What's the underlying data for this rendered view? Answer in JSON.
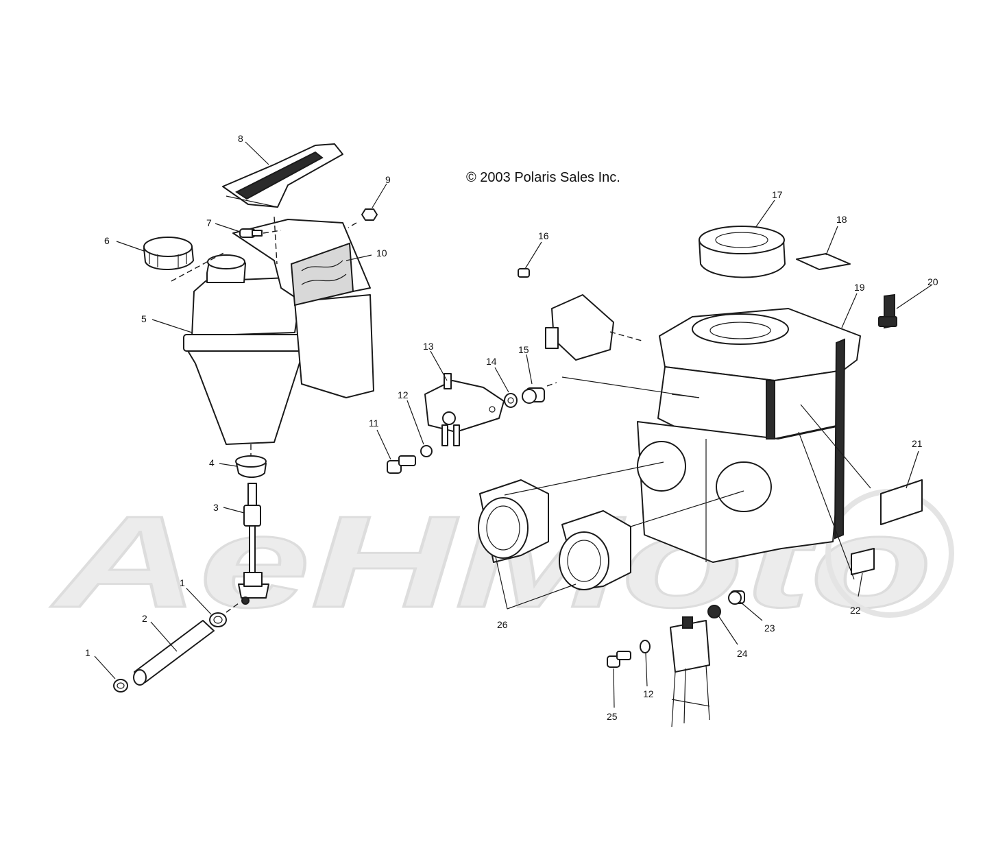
{
  "copyright": "© 2003 Polaris Sales Inc.",
  "watermark": "AeHMoto",
  "callouts": [
    {
      "id": "c1a",
      "label": "1"
    },
    {
      "id": "c1b",
      "label": "1"
    },
    {
      "id": "c2",
      "label": "2"
    },
    {
      "id": "c3",
      "label": "3"
    },
    {
      "id": "c4",
      "label": "4"
    },
    {
      "id": "c5",
      "label": "5"
    },
    {
      "id": "c6",
      "label": "6"
    },
    {
      "id": "c7",
      "label": "7"
    },
    {
      "id": "c8",
      "label": "8"
    },
    {
      "id": "c9",
      "label": "9"
    },
    {
      "id": "c10",
      "label": "10"
    },
    {
      "id": "c11",
      "label": "11"
    },
    {
      "id": "c12a",
      "label": "12"
    },
    {
      "id": "c12b",
      "label": "12"
    },
    {
      "id": "c13",
      "label": "13"
    },
    {
      "id": "c14",
      "label": "14"
    },
    {
      "id": "c15",
      "label": "15"
    },
    {
      "id": "c16",
      "label": "16"
    },
    {
      "id": "c17",
      "label": "17"
    },
    {
      "id": "c18",
      "label": "18"
    },
    {
      "id": "c19",
      "label": "19"
    },
    {
      "id": "c20",
      "label": "20"
    },
    {
      "id": "c21",
      "label": "21"
    },
    {
      "id": "c22",
      "label": "22"
    },
    {
      "id": "c23",
      "label": "23"
    },
    {
      "id": "c24",
      "label": "24"
    },
    {
      "id": "c25",
      "label": "25"
    },
    {
      "id": "c26",
      "label": "26"
    }
  ]
}
